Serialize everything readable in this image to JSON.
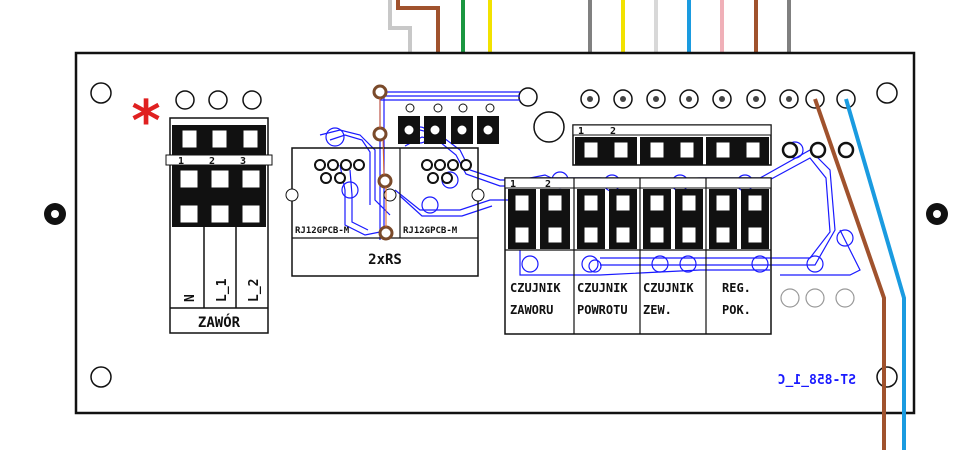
{
  "board": {
    "code": "ST-858_1_C"
  },
  "valve_block": {
    "pins": [
      "1",
      "2",
      "3"
    ],
    "terminals": [
      "N",
      "L_1",
      "L_2"
    ],
    "label": "ZAWÓR",
    "asterisk": "*",
    "asterisk_color": "#e02020"
  },
  "rs_block": {
    "label": "2xRS",
    "sockets": [
      "RJ12GPCB-M",
      "RJ12GPCB-M"
    ]
  },
  "sensor_block": {
    "pin_pair": [
      "1",
      "2"
    ],
    "top_pair": [
      "1",
      "2"
    ],
    "labels": [
      {
        "line1": "CZUJNIK",
        "line2": "ZAWORU"
      },
      {
        "line1": "CZUJNIK",
        "line2": "POWROTU"
      },
      {
        "line1": "CZUJNIK",
        "line2": "ZEW."
      },
      {
        "line1": "REG.",
        "line2": "POK."
      }
    ]
  },
  "wires": {
    "colors": [
      "#c8c8c8",
      "#a0522d",
      "#1a9640",
      "#f2e200",
      "#808080",
      "#f2e200",
      "#d8d8d8",
      "#1a9be0",
      "#f0b0b8",
      "#a0522d",
      "#808080",
      "#a0522d",
      "#1a9be0"
    ]
  },
  "colors": {
    "trace": "#1a1aff",
    "outline": "#111111"
  }
}
